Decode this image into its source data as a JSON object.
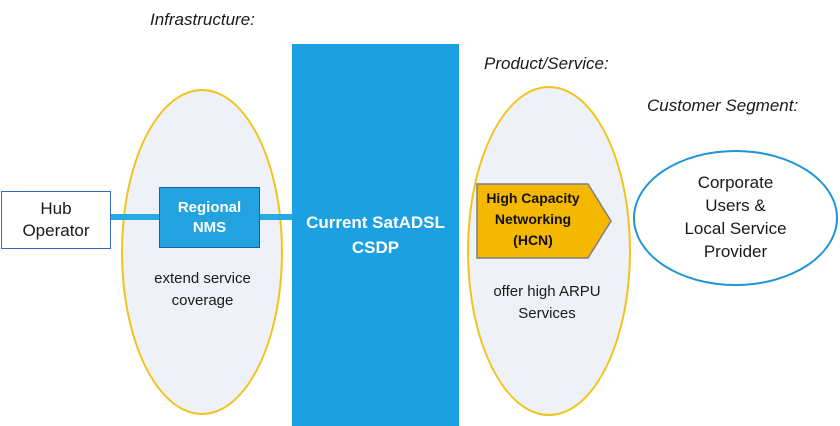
{
  "labels": {
    "infrastructure": "Infrastructure:",
    "product_service": "Product/Service:",
    "customer_segment": "Customer Segment:"
  },
  "hub_operator": {
    "lines": [
      "Hub",
      "Operator"
    ]
  },
  "regional_nms": {
    "lines": [
      "Regional",
      "NMS"
    ]
  },
  "extend_service": {
    "lines": [
      "extend service",
      "coverage"
    ]
  },
  "csdp": {
    "lines": [
      "Current SatADSL",
      "CSDP"
    ]
  },
  "hcn": {
    "lines": [
      "High Capacity",
      "Networking",
      "(HCN)"
    ]
  },
  "offer": {
    "lines": [
      "offer high ARPU",
      "Services"
    ]
  },
  "customer": {
    "lines": [
      "Corporate",
      "Users &",
      "Local Service",
      "Provider"
    ]
  },
  "colors": {
    "ellipse_border": "#f0c419",
    "ellipse_fill": "#eef1f7",
    "csdp_blue": "#1ba1e2",
    "nms_blue": "#22a3e0",
    "hcn_gold": "#f5b800",
    "customer_border": "#1f95d6"
  }
}
